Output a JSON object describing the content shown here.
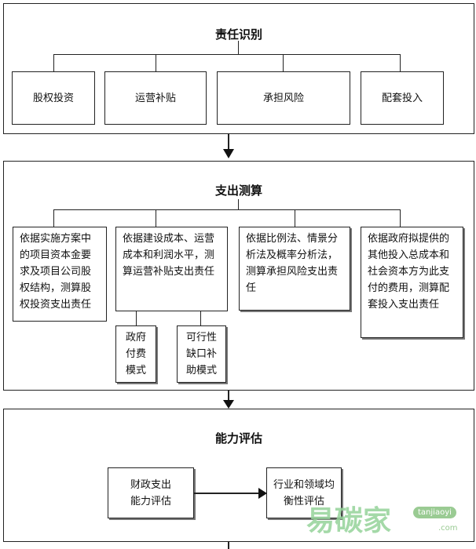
{
  "sections": {
    "identify": {
      "title": "责任识别",
      "items": [
        "股权投资",
        "运营补贴",
        "承担风险",
        "配套投入"
      ]
    },
    "measure": {
      "title": "支出测算",
      "items": [
        "依据实施方案中的项目资本金要求及项目公司股权结构，测算股权投资支出责任",
        "依据建设成本、运营成本和利润水平，测算运营补贴支出责任",
        "依据比例法、情景分析法及概率分析法，测算承担风险支出责任",
        "依据政府拟提供的其他投入总成本和社会资本方为此支付的费用，测算配套投入支出责任"
      ],
      "subitems": [
        "政府付费模式",
        "可行性缺口补助模式"
      ]
    },
    "assess": {
      "title": "能力评估",
      "left": "财政支出能力评估",
      "right": "行业和领域均衡性评估"
    }
  },
  "watermark": {
    "logo": "易碳家",
    "domain": "tanjiaoyi",
    "suffix": ".com"
  }
}
